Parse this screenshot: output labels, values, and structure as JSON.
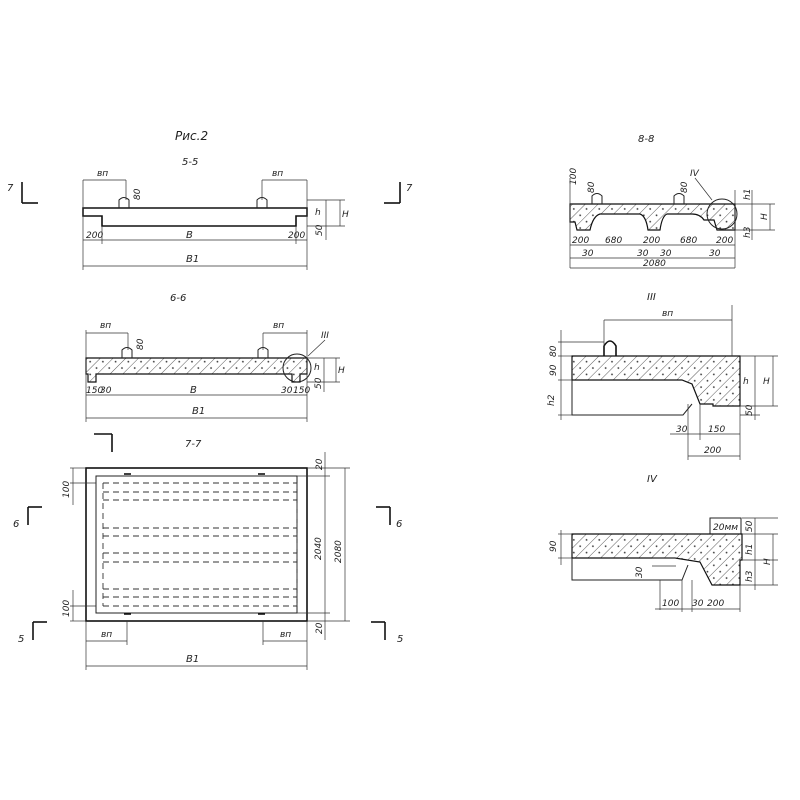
{
  "figure_title": "Рис.2",
  "colors": {
    "ink": "#222222",
    "paper": "#ffffff"
  },
  "sections": {
    "s55": {
      "title": "5-5",
      "left_marker": "7",
      "right_marker": "7",
      "bn_left": "вп",
      "bn_right": "вп",
      "rib": "80",
      "h": "h",
      "H": "H",
      "d50": "50",
      "d200_left": "200",
      "d200_right": "200",
      "B": "B",
      "B1": "B1"
    },
    "s66": {
      "title": "6-6",
      "bn_left": "вп",
      "bn_right": "вп",
      "rib": "80",
      "callout": "III",
      "h": "h",
      "H": "H",
      "d50": "50",
      "d150_left": "150",
      "d30_left": "30",
      "d30_right": "30",
      "d150_right": "150",
      "B": "B",
      "B1": "B1"
    },
    "s77": {
      "title": "7-7",
      "cut6_left": "6",
      "cut6_right": "6",
      "cut5_left": "5",
      "cut5_right": "5",
      "d100_top": "100",
      "d100_bottom": "100",
      "d20_top": "20",
      "d20_bottom": "20",
      "d2040": "2040",
      "d2080": "2080",
      "bn_left": "вп",
      "bn_right": "вп",
      "B1": "B1"
    },
    "s88": {
      "title": "8-8",
      "d100": "100",
      "d80_left": "80",
      "d80_right": "80",
      "callout": "IV",
      "h1": "h1",
      "H": "H",
      "h3": "h3",
      "d200_1": "200",
      "d680_1": "680",
      "d200_2": "200",
      "d680_2": "680",
      "d200_3": "200",
      "d30_1": "30",
      "d30_2": "30",
      "d30_3": "30",
      "d30_4": "30",
      "d2080": "2080"
    },
    "detail3": {
      "title": "III",
      "bn": "вп",
      "d80": "80",
      "d90": "90",
      "h2": "h2",
      "h": "h",
      "H": "H",
      "d50": "50",
      "d30": "30",
      "d150": "150",
      "d200": "200"
    },
    "detail4": {
      "title": "IV",
      "note": "20мм",
      "d90": "90",
      "d50": "50",
      "h1": "h1",
      "h3": "h3",
      "H": "H",
      "d30_v": "30",
      "d100": "100",
      "d30": "30",
      "d200": "200"
    }
  }
}
